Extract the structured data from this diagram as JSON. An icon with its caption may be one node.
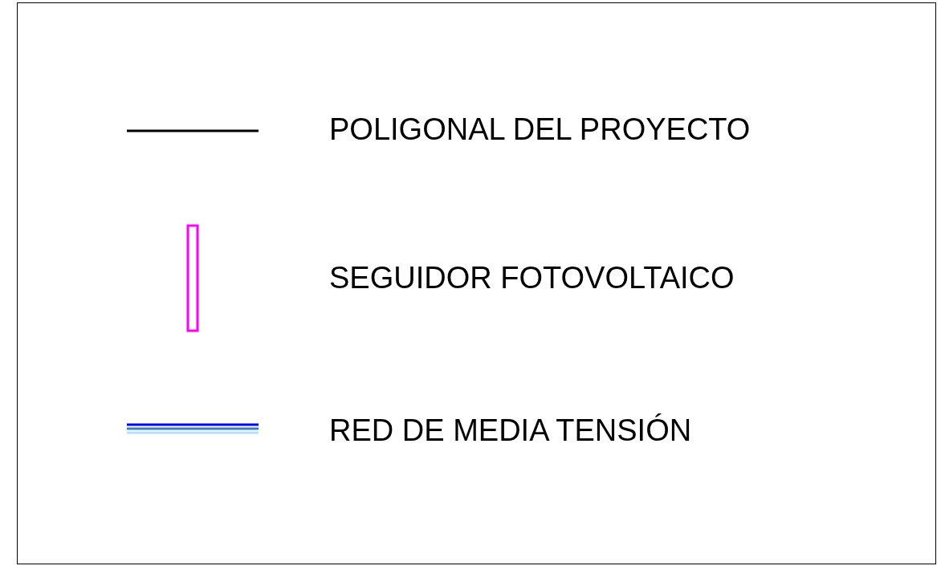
{
  "diagram": {
    "legend": [
      {
        "text": "POLIGONAL DEL PROYECTO"
      },
      {
        "text": "SEGUIDOR FOTOVOLTAICO"
      },
      {
        "text": "RED DE MEDIA TENSIÓN"
      }
    ]
  }
}
